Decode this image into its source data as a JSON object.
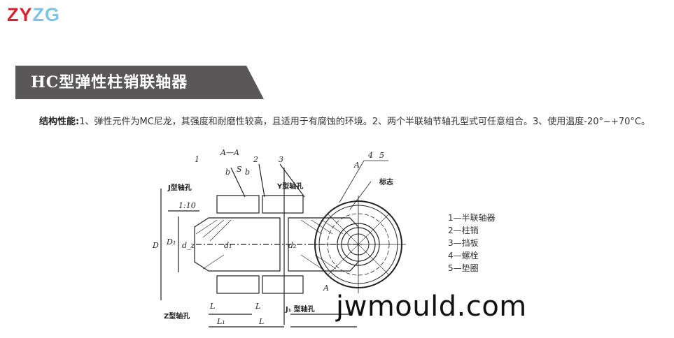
{
  "logo": {
    "part1": "ZY",
    "part2": "ZG",
    "colors": {
      "red": "#d3232f",
      "blue": "#7fc3e6"
    }
  },
  "banner": {
    "title": "HC型弹性柱销联轴器",
    "bg_color": "#595758"
  },
  "description": {
    "label": "结构性能:",
    "text": "1、弹性元件为MC尼龙，其强度和耐磨性较高，且适用于有腐蚀的环境。2、两个半联轴节轴孔型式可任意组合。3、使用温度-20°~+70°C。"
  },
  "drawing": {
    "section_label": "A—A",
    "left_view_labels": {
      "callouts": [
        "1",
        "2",
        "3"
      ],
      "j_bore": "J型轴孔",
      "y_bore": "Y型轴孔",
      "z_bore": "Z型轴孔",
      "j1_bore": "J₁ 型轴孔",
      "taper": "1:10",
      "dims": {
        "b": "b",
        "S": "S",
        "D": "D",
        "D1": "D₁",
        "dz": "d_z",
        "d1": "d₁",
        "d2": "d₂",
        "L": "L",
        "L1": "L₁"
      }
    },
    "right_view_labels": {
      "callouts": [
        "4",
        "5"
      ],
      "mark": "标志",
      "section_A": "A"
    }
  },
  "legend": {
    "items": [
      "1—半联轴器",
      "2—柱销",
      "3—挡板",
      "4—螺栓",
      "5—垫圈"
    ]
  },
  "watermark": "jwmould.com"
}
